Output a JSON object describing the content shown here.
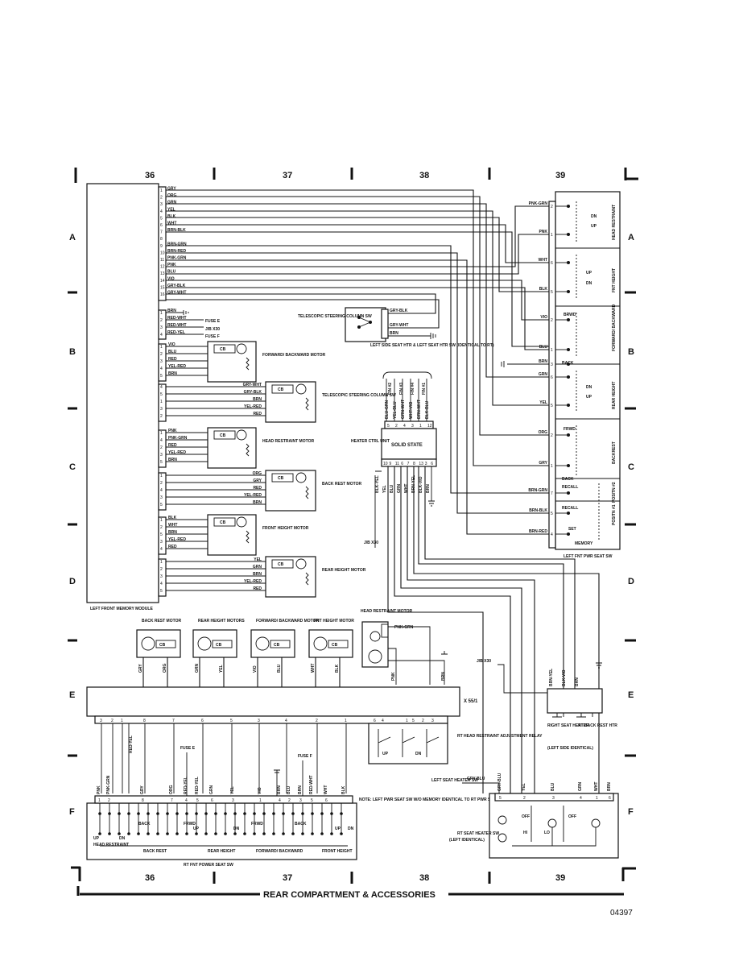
{
  "columns": [
    "36",
    "37",
    "38",
    "39"
  ],
  "rows": [
    "A",
    "B",
    "C",
    "D",
    "E",
    "F"
  ],
  "footer_title": "REAR COMPARTMENT & ACCESSORIES",
  "code": "04397",
  "module": {
    "label": "LEFT FRONT MEMORY MODULE",
    "pins": [
      "1",
      "2",
      "3",
      "4",
      "5",
      "6",
      "7",
      "8",
      "9",
      "10",
      "11",
      "12",
      "13",
      "14",
      "15",
      "16"
    ],
    "wires": [
      "GRY",
      "ORG",
      "GRN",
      "YEL",
      "BLK",
      "WHT",
      "BRN-BLK",
      "",
      "BRN-GRN",
      "BRN-RED",
      "PNK-GRN",
      "PNK",
      "BLU",
      "VIO",
      "GRY-BLK",
      "GRY-WHT"
    ]
  },
  "fuse_block": {
    "pins": [
      "1",
      "2",
      "3",
      "4"
    ],
    "wires": [
      "BRN",
      "RED-WHT",
      "RED-WHT",
      "RED-YEL"
    ],
    "labels": [
      "FUSE E",
      "J/B X30",
      "FUSE F"
    ]
  },
  "tele_sw": {
    "label": "TELESCOPIC STEERING COLUMN SW",
    "wires": [
      "GRY-BLK",
      "GRY-WHT",
      "BRN"
    ]
  },
  "fb_motor": {
    "label": "FORWARD/ BACKWARD MOTOR",
    "pins": [
      "1",
      "2",
      "3",
      "4",
      "5"
    ],
    "wires": [
      "VIO",
      "BLU",
      "RED",
      "YEL-RED",
      "BRN"
    ],
    "cb": "CB"
  },
  "tele_motor": {
    "label": "TELESCOPIC STEERING COLUMN SW",
    "pins": [
      "4",
      "5",
      "1",
      "3",
      "2"
    ],
    "wires": [
      "GRY-WHT",
      "GRY-BLK",
      "BRN",
      "YEL-RED",
      "RED"
    ],
    "cb": "CB"
  },
  "hr_motor": {
    "label": "HEAD RESTRAINT MOTOR",
    "pins": [
      "1",
      "4",
      "2",
      "3",
      "5"
    ],
    "wires": [
      "PNK",
      "PNK-GRN",
      "RED",
      "YEL-RED",
      "BRN"
    ],
    "cb": "CB"
  },
  "br_motor": {
    "label": "BACK REST MOTOR",
    "pins": [
      "1",
      "2",
      "4",
      "3",
      "5"
    ],
    "wires": [
      "ORG",
      "GRY",
      "RED",
      "YEL-RED",
      "BRN"
    ],
    "cb": "CB"
  },
  "fh_motor": {
    "label": "FRONT HEIGHT MOTOR",
    "pins": [
      "1",
      "2",
      "5",
      "3",
      "4"
    ],
    "wires": [
      "BLK",
      "WHT",
      "BRN",
      "YEL-RED",
      "RED"
    ],
    "cb": "CB"
  },
  "rh_motor": {
    "label": "REAR HEIGHT MOTOR",
    "pins": [
      "1",
      "2",
      "3",
      "4",
      "5"
    ],
    "wires": [
      "YEL",
      "GRN",
      "BRN",
      "YEL-RED",
      "RED"
    ],
    "cb": "CB"
  },
  "heater_ctrl": {
    "title": "LEFT SIDE SEAT HTR & LEFT SEAT HTR SW (IDENTICAL TO RT)",
    "top_wires": [
      "BLU-GRN",
      "YEL-BLU",
      "GRN-WHT",
      "WHT-VIO",
      "BRN-WHT",
      "BLK-BLU"
    ],
    "top_notes": [
      "FIN #2",
      "FIN #3",
      "FIN #4",
      "FIN #1"
    ],
    "top_pins": [
      "5",
      "2",
      "4",
      "3",
      "1",
      "12"
    ],
    "label": "HEATER CTRL UNIT",
    "state": "SOLID STATE",
    "bottom_pins": [
      "10",
      "9",
      "11",
      "6",
      "7",
      "8",
      "13",
      "3",
      "6"
    ],
    "bottom_wires": [
      "BLK-YEL",
      "YEL",
      "BLU",
      "GRN",
      "WHT",
      "BRN-YEL",
      "BLK-VIO",
      "BRN"
    ],
    "jb": "J/B X30"
  },
  "left_sw": {
    "label": "LEFT FNT PWR SEAT SW",
    "pins": [
      "2",
      "1",
      "6",
      "5",
      "2",
      "1",
      "3",
      "6",
      "5",
      "2",
      "1",
      "7",
      "5",
      "4"
    ],
    "wires": [
      "PNK-GRN",
      "PNK",
      "WHT",
      "BLK",
      "VIO",
      "BLU",
      "BRN",
      "GRN",
      "YEL",
      "ORG",
      "GRY",
      "BRN-GRN",
      "BRN-BLK",
      "BRN-RED"
    ],
    "sections": [
      "HEAD RESTRAINT",
      "FNT HEIGHT",
      "FORWARD/ BACKWARD",
      "REAR HEIGHT",
      "BACKREST",
      "POSITN #2",
      "POSITN #1"
    ],
    "positions": [
      "DN",
      "UP",
      "UP",
      "DN",
      "BRWD",
      "BACK",
      "DN",
      "UP",
      "FRWD",
      "BACK",
      "RECALL",
      "RECALL",
      "SET",
      "MEMORY"
    ]
  },
  "rt_motors": [
    {
      "label": "BACK REST MOTOR",
      "wires": [
        "GRY",
        "ORG"
      ],
      "cb": "CB"
    },
    {
      "label": "REAR HEIGHT MOTORS",
      "wires": [
        "GRN",
        "YEL"
      ],
      "cb": "CB"
    },
    {
      "label": "FORWARD/ BACKWARD MOTOR",
      "wires": [
        "VIO",
        "BLU"
      ],
      "cb": "CB"
    },
    {
      "label": "FNT HEIGHT MOTOR",
      "wires": [
        "WHT",
        "BLK"
      ],
      "cb": "CB"
    }
  ],
  "rt_head_motor": {
    "label": "HEAD RESTRAINT MOTOR",
    "wires": [
      "PNK-GRN",
      "PNK",
      "BRN"
    ]
  },
  "connector": {
    "label": "X 55/1",
    "pins": [
      "3",
      "2",
      "1",
      "8",
      "7",
      "6",
      "5",
      "3",
      "4",
      "2",
      "1",
      "6",
      "4",
      "1",
      "5",
      "2",
      "3"
    ],
    "wires": [
      "RED-YEL"
    ]
  },
  "relay": {
    "label": "RT HEAD RESTRAINT ADJUSTMENT RELAY",
    "wires": [
      "UP",
      "DN"
    ]
  },
  "rt_sw": {
    "label": "RT FNT POWER SEAT SW",
    "pins": [
      "1",
      "2",
      "8",
      "7",
      "4",
      "5",
      "6",
      "3",
      "1",
      "4",
      "2",
      "3",
      "5",
      "6"
    ],
    "wires": [
      "PNK",
      "PNK-GRN",
      "GRY",
      "ORG",
      "RED-YEL",
      "RED-YEL",
      "GRN",
      "YEL",
      "VIO",
      "BRN",
      "BLU",
      "BRN",
      "RED-WHT",
      "WHT",
      "BLK"
    ],
    "fuses": [
      "FUSE E",
      "FUSE F"
    ],
    "sections": [
      "HEAD RESTRAINT",
      "BACK REST",
      "REAR HEIGHT",
      "FORWARD/ BACKWARD",
      "FRONT HEIGHT"
    ],
    "positions": [
      "UP",
      "DN",
      "BACK",
      "FRWD",
      "UP",
      "DN",
      "FRWD",
      "BACK",
      "UP",
      "DN"
    ],
    "note": "NOTE: LEFT PWR SEAT SW W/O MEMORY IDENTICAL TO RT PWR SEAT SW"
  },
  "rt_heaters": {
    "right_label": "RIGHT SEAT HEATER",
    "back_label": "RT BACK REST HTR",
    "note": "(LEFT SIDE IDENTICAL)",
    "wires": [
      "BRN-YEL",
      "BLK-VIO",
      "BRN"
    ],
    "jb": "J/B X30"
  },
  "heater_sw": {
    "label": "RT SEAT HEATER SW",
    "note": "(LEFT IDENTICAL)",
    "feed": "LEFT SEAT HEATER SW",
    "feed_wire": "GRY-BLU",
    "wires": [
      "GRY-BLU",
      "YEL",
      "BLU",
      "GRN",
      "WHT",
      "BRN"
    ],
    "pins": [
      "5",
      "2",
      "3",
      "4",
      "1",
      "6"
    ],
    "positions": [
      "OFF",
      "OFF",
      "HI",
      "LO"
    ]
  }
}
